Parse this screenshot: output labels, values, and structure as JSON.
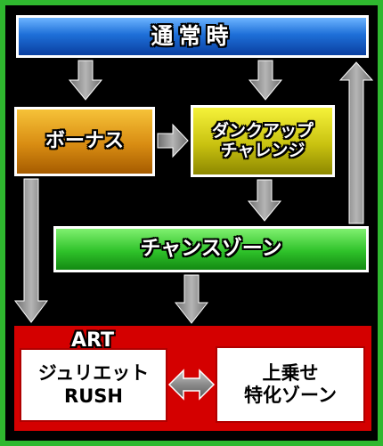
{
  "nodes": {
    "normal": "通常時",
    "bonus": "ボーナス",
    "dunk_line1": "ダンクアップ",
    "dunk_line2": "チャレンジ",
    "chance_zone": "チャンスゾーン",
    "art_label": "ART",
    "juliet_line1": "ジュリエット",
    "juliet_line2": "RUSH",
    "tokka_line1": "上乗せ",
    "tokka_line2": "特化ゾーン"
  },
  "colors": {
    "frame": "#2fb82f",
    "normal": "#1e6fd8",
    "bonus": "#d88c12",
    "dunk": "#c9c210",
    "chance": "#2fc22a",
    "art_zone": "#d40000",
    "arrow": "#8a8a8a"
  }
}
